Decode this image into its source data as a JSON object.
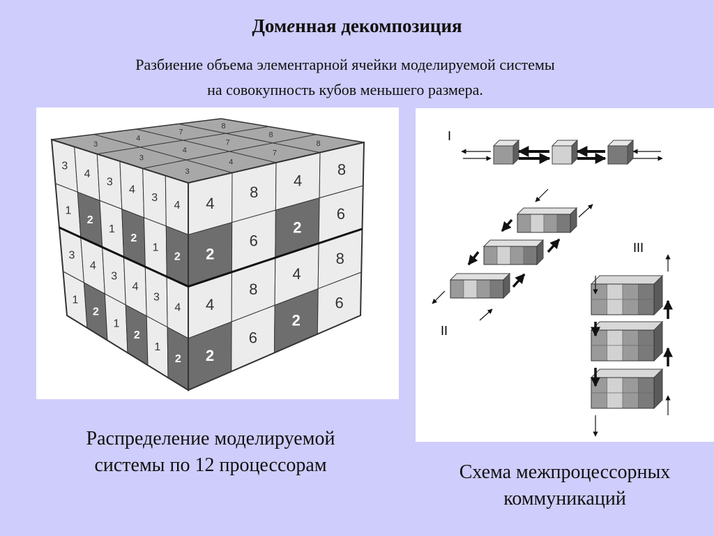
{
  "slide": {
    "title_part1": "Дом",
    "title_italic": "е",
    "title_part2": "нная декомпозиция",
    "subtitle_line1": "Разбиение объема элементарной ячейки моделируемой системы",
    "subtitle_line2": "на совокупность кубов меньшего размера.",
    "caption_left_line1": "Распределение моделируемой",
    "caption_left_line2": "системы по 12 процессорам",
    "caption_right_line1": "Схема межпроцессорных",
    "caption_right_line2": "коммуникаций"
  },
  "cube_figure": {
    "left_face_rows": [
      [
        "3",
        "4",
        "3",
        "4",
        "3",
        "4"
      ],
      [
        "1",
        "2",
        "1",
        "2",
        "1",
        "2"
      ],
      [
        "3",
        "4",
        "3",
        "4",
        "3",
        "4"
      ],
      [
        "1",
        "2",
        "1",
        "2",
        "1",
        "2"
      ]
    ],
    "right_face_rows": [
      [
        "4",
        "8",
        "4",
        "8"
      ],
      [
        "2",
        "6",
        "2",
        "6"
      ],
      [
        "4",
        "8",
        "4",
        "8"
      ],
      [
        "2",
        "6",
        "2",
        "6"
      ]
    ],
    "top_face_labels": [
      "3",
      "4",
      "7",
      "8",
      "3",
      "4",
      "7",
      "8",
      "3",
      "4",
      "7",
      "8"
    ],
    "dark_label": "2",
    "colors": {
      "cell": "#ececec",
      "dark": "#6e6e6e",
      "top": "#a8a8a8",
      "line": "#333333"
    }
  },
  "comm_scheme": {
    "group_labels": [
      "I",
      "II",
      "III"
    ],
    "colors": {
      "box_light": "#d2d2d2",
      "box_mid": "#9a9a9a",
      "box_dark": "#7a7a7a"
    }
  }
}
